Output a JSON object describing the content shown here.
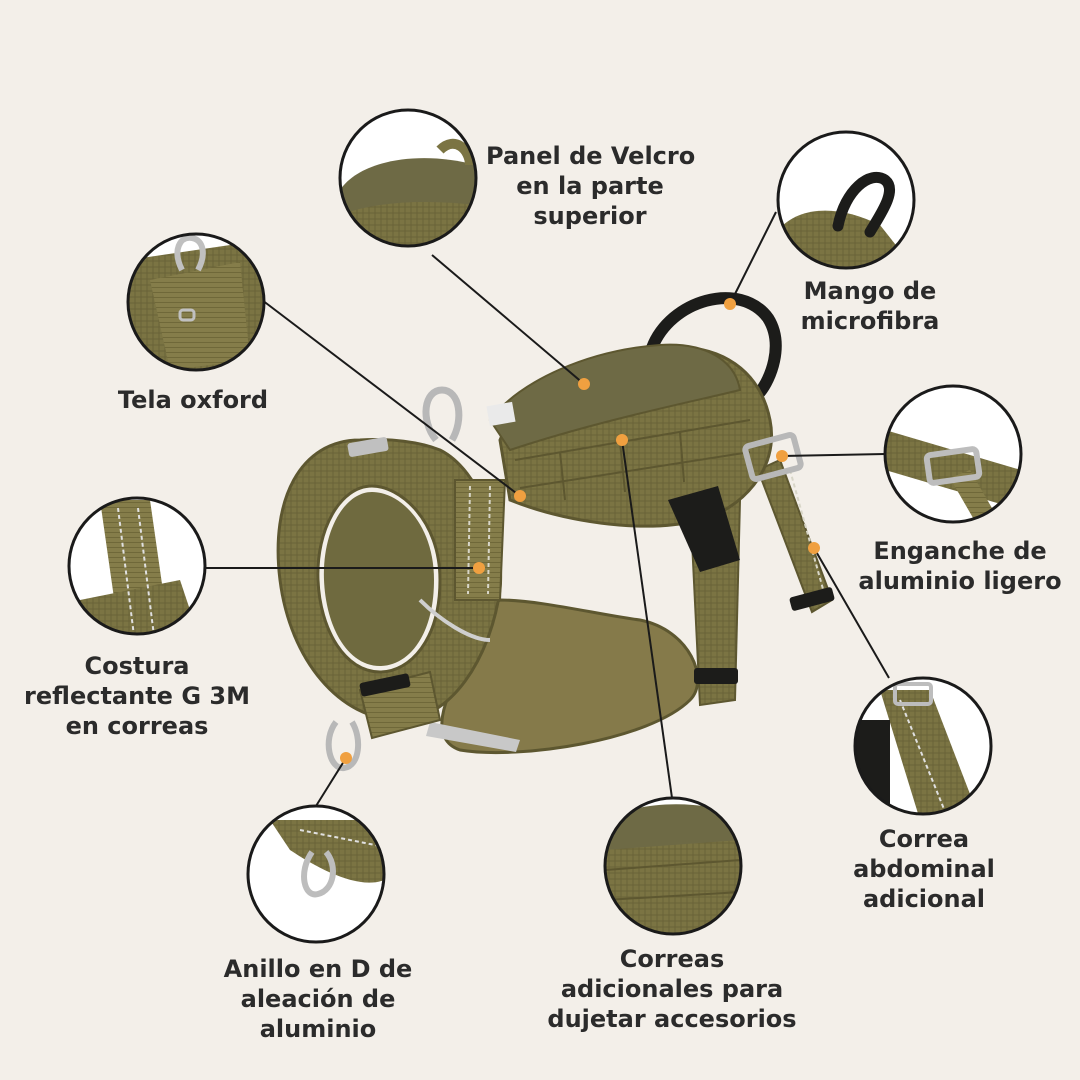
{
  "callouts": {
    "velcro": [
      "Panel de Velcro",
      "en la parte",
      "superior"
    ],
    "handle": [
      "Mango de",
      "microfibra"
    ],
    "oxford": [
      "Tela oxford"
    ],
    "buckle": [
      "Enganche de",
      "aluminio ligero"
    ],
    "reflective": [
      "Costura",
      "reflectante G 3M",
      "en correas"
    ],
    "belly": [
      "Correa",
      "abdominal",
      "adicional"
    ],
    "dring": [
      "Anillo en D de",
      "aleación de",
      "aluminio"
    ],
    "accessory": [
      "Correas",
      "adicionales para",
      "dujetar accesorios"
    ]
  },
  "colors": {
    "background": "#f3efe9",
    "olive": "#7b7443",
    "olive_dark": "#5d5730",
    "leader_line": "#1a1a1a",
    "marker": "#f0a040",
    "text": "#2b2b2b"
  }
}
